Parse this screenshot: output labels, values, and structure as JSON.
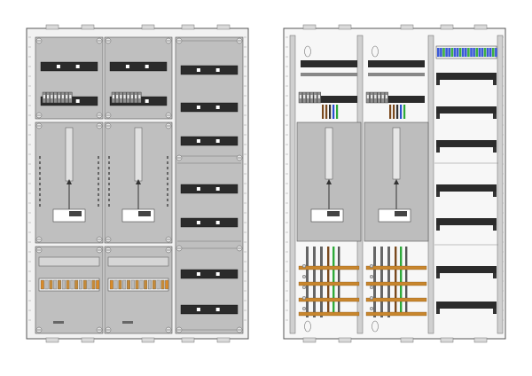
{
  "drawing": {
    "views": [
      {
        "name": "front-view-closed",
        "columns": 3,
        "meter_columns": 2,
        "din_rails_per_breaker_column": 7
      },
      {
        "name": "interior-view-open",
        "columns": 3,
        "meter_columns": 2,
        "terminal_rails_per_breaker_column": 7
      }
    ],
    "colors": {
      "cover_fill": "#bfbfbf",
      "panel_fill": "#c9c9c9",
      "frame_stroke": "#555555",
      "rail_fill": "#2b2b2b",
      "busbar_copper": "#c8862e",
      "wire_green": "#2eaa3a",
      "wire_blue": "#2a4fd0",
      "wire_brown": "#7a4a1e",
      "terminal_blue": "#3a5ad8",
      "terminal_green": "#3cb043"
    }
  }
}
